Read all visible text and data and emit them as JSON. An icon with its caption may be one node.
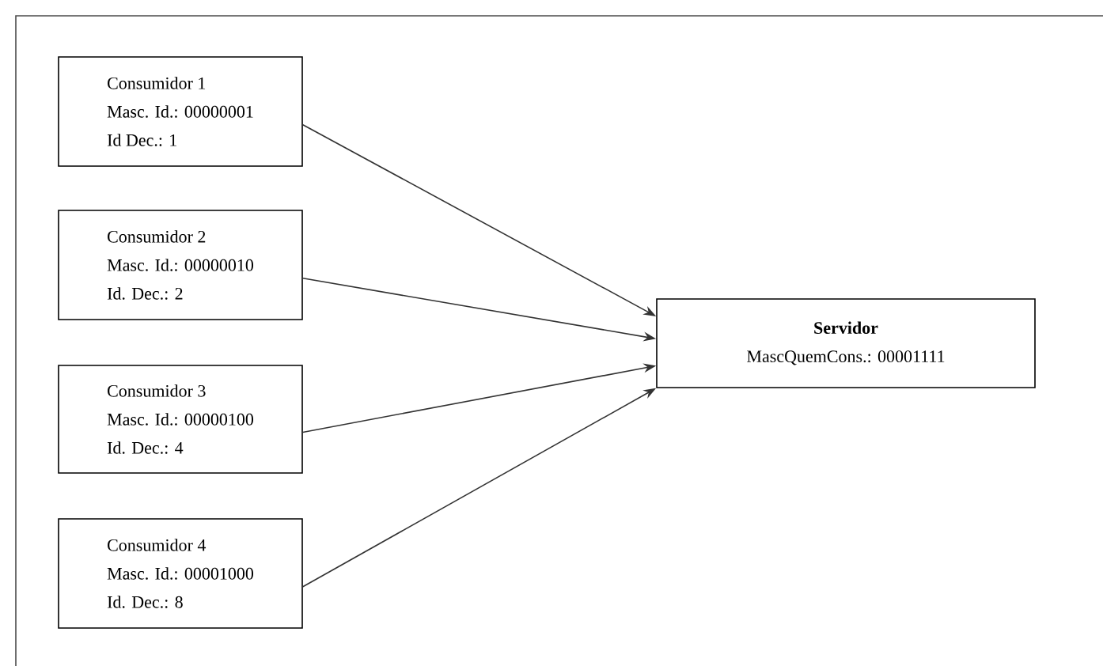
{
  "diagram": {
    "nodes": [
      {
        "text": [
          "Consumidor 1",
          "Masc. Id.: 00000001",
          "Id Dec.: 1"
        ]
      },
      {
        "text": [
          "Consumidor 2",
          "Masc. Id.: 00000010",
          "Id. Dec.: 2"
        ]
      },
      {
        "text": [
          "Consumidor 3",
          "Masc. Id.: 00000100",
          "Id. Dec.: 4"
        ]
      },
      {
        "text": [
          "Consumidor 4",
          "Masc. Id.: 00001000",
          "Id. Dec.: 8"
        ]
      },
      {
        "text": [
          "Servidor",
          "MascQuemCons.: 00001111"
        ]
      }
    ],
    "edges": [
      {
        "from": 0,
        "to": 4,
        "arrow": "to"
      },
      {
        "from": 1,
        "to": 4,
        "arrow": "to"
      },
      {
        "from": 2,
        "to": 4,
        "arrow": "to"
      },
      {
        "from": 3,
        "to": 4,
        "arrow": "to"
      }
    ]
  }
}
